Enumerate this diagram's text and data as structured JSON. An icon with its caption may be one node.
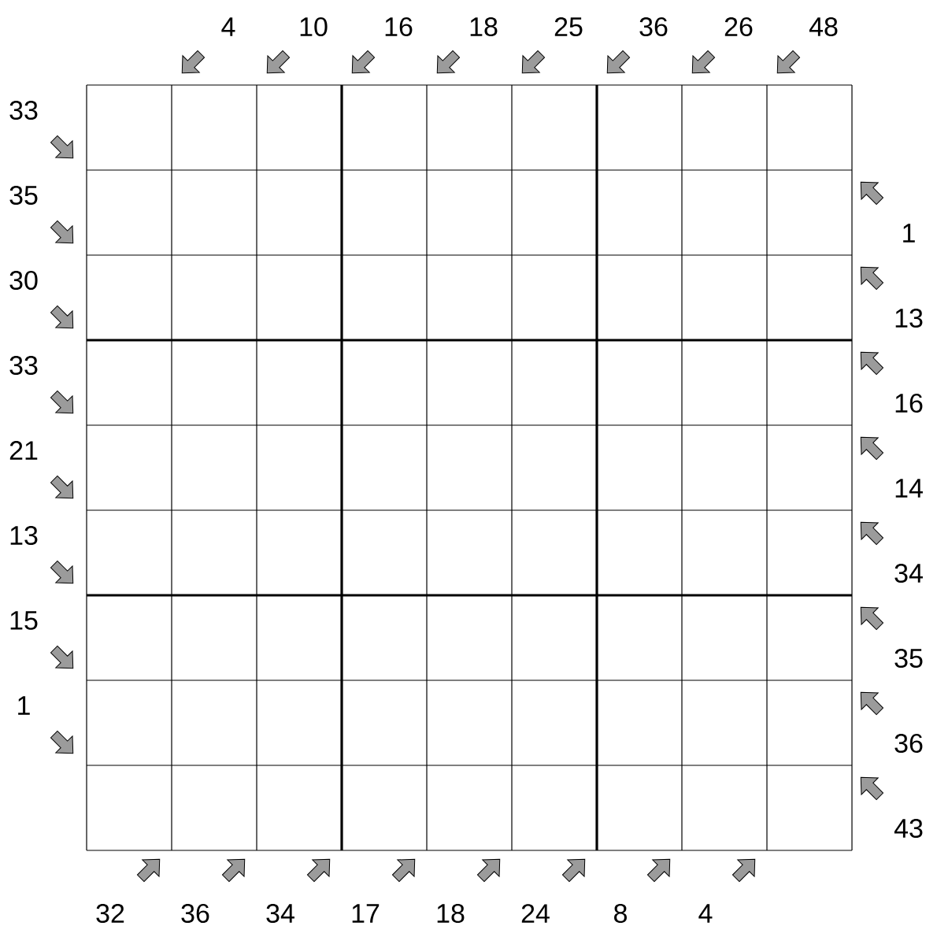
{
  "diagram": {
    "labels": [
      "4",
      "10",
      "16",
      "18",
      "25",
      "36",
      "26",
      "48",
      "33",
      "35",
      "30",
      "33",
      "21",
      "13",
      "15",
      "1",
      "1",
      "13",
      "16",
      "14",
      "34",
      "35",
      "36",
      "43",
      "32",
      "36",
      "34",
      "17",
      "18",
      "24",
      "8",
      "4"
    ]
  }
}
